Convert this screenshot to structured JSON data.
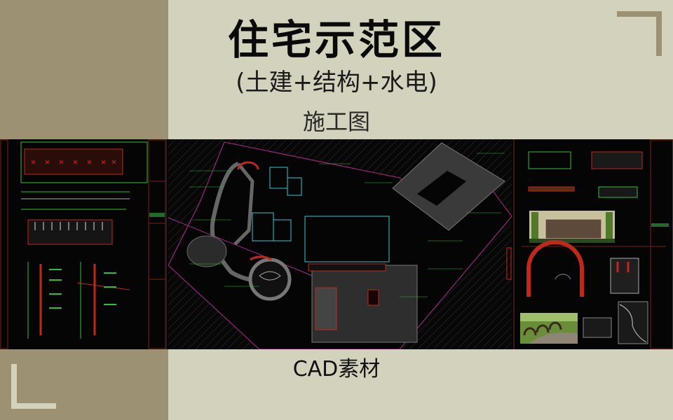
{
  "header": {
    "title": "住宅示范区",
    "subtitle": "(土建+结构+水电)",
    "caption": "施工图"
  },
  "footer": {
    "label": "CAD素材"
  },
  "colors": {
    "background": "#d3d2bd",
    "accent_tan": "#9c9173",
    "cad_background": "#050505",
    "cad_green": "#2fbf3a",
    "cad_red": "#c0281c",
    "cad_cyan": "#2fc7d0",
    "cad_magenta": "#b0288e"
  },
  "drawings": [
    {
      "name": "wall-elevation-sheet",
      "position": "left"
    },
    {
      "name": "site-master-plan",
      "position": "center"
    },
    {
      "name": "entrance-arch-detail-sheet",
      "position": "right"
    }
  ]
}
